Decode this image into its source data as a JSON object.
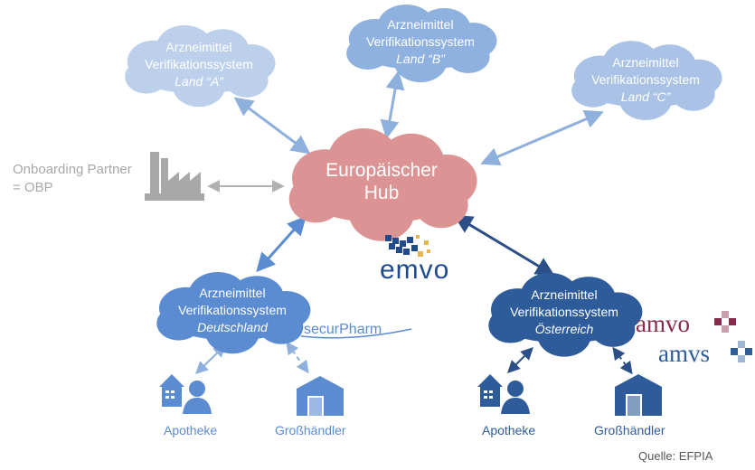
{
  "hub": {
    "line1": "Europäischer",
    "line2": "Hub"
  },
  "nodes": {
    "land_a": {
      "line1": "Arzneimittel",
      "line2": "Verifikationssystem",
      "line3": "Land “A”"
    },
    "land_b": {
      "line1": "Arzneimittel",
      "line2": "Verifikationssystem",
      "line3": "Land “B”"
    },
    "land_c": {
      "line1": "Arzneimittel",
      "line2": "Verifikationssystem",
      "line3": "Land “C”"
    },
    "deutschland": {
      "line1": "Arzneimittel",
      "line2": "Verifikationssystem",
      "line3": "Deutschland"
    },
    "oesterreich": {
      "line1": "Arzneimittel",
      "line2": "Verifikationssystem",
      "line3": "Österreich"
    }
  },
  "obp": {
    "line1": "Onboarding Partner",
    "line2": "= OBP"
  },
  "actors": {
    "de_apotheke": "Apotheke",
    "de_grosshaendler": "Großhändler",
    "at_apotheke": "Apotheke",
    "at_grosshaendler": "Großhändler"
  },
  "logos": {
    "emvo": "emvo",
    "securpharm": "securPharm",
    "amvo": "amvo",
    "amvs": "amvs"
  },
  "source": "Quelle: EFPIA",
  "colors": {
    "hub": "#d88a8a",
    "light_cloud": "#a9c2e6",
    "mid_cloud": "#7ea3d6",
    "de_cloud": "#5b8bd0",
    "at_cloud": "#2e5c9a",
    "arrow_light": "#8fb0dc",
    "arrow_dark": "#2b4f86",
    "gray": "#b0b0b0"
  }
}
